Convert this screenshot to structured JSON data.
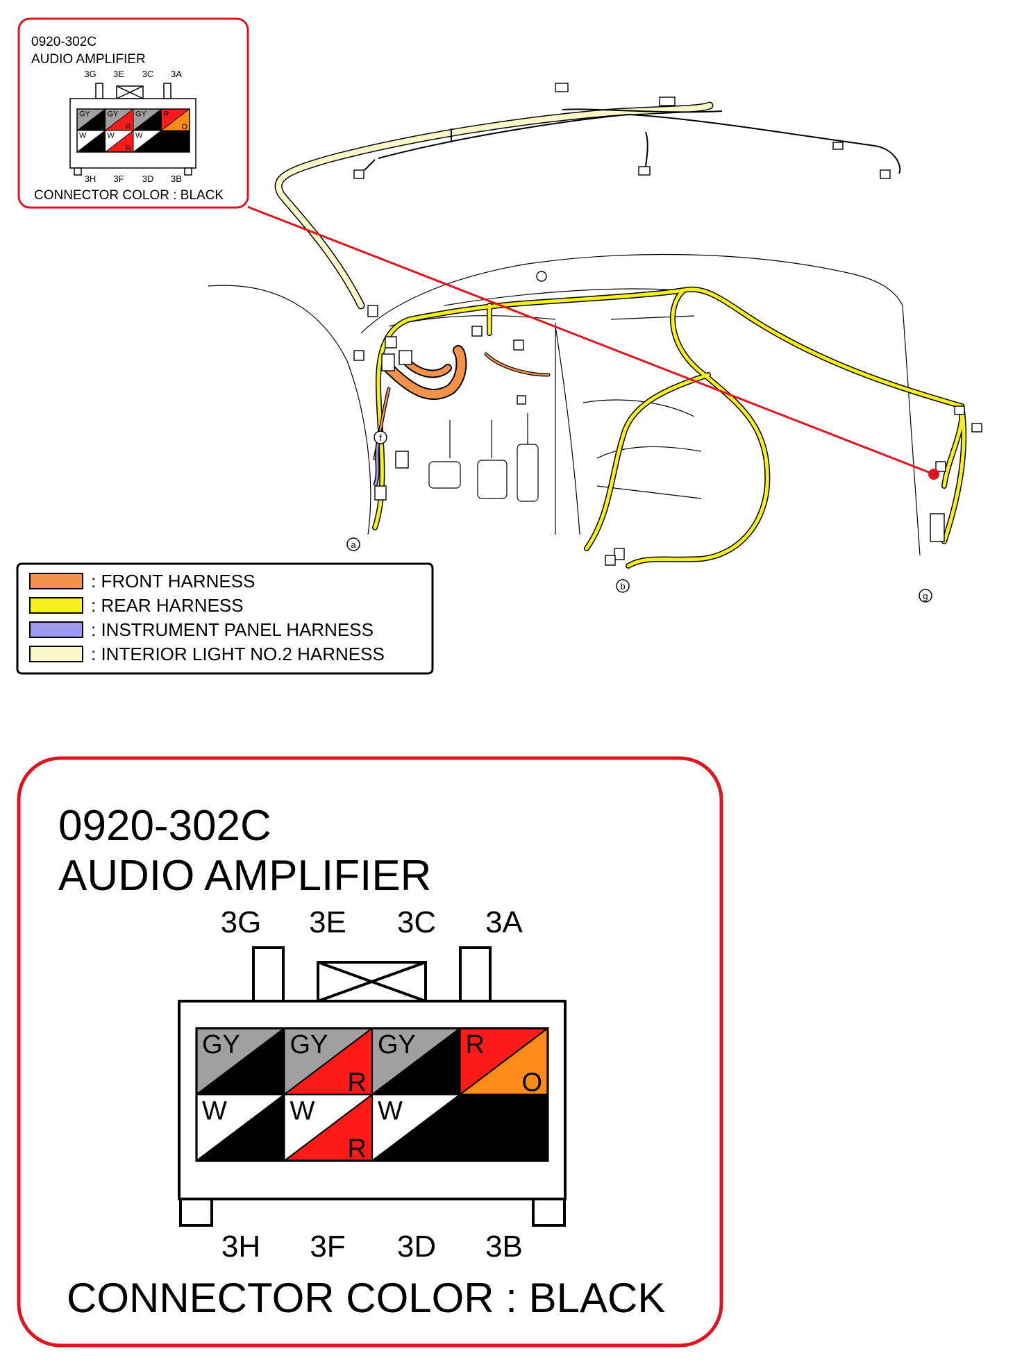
{
  "connector": {
    "code": "0920-302C",
    "name": "AUDIO AMPLIFIER",
    "top_pins": [
      "3G",
      "3E",
      "3C",
      "3A"
    ],
    "bottom_pins": [
      "3H",
      "3F",
      "3D",
      "3B"
    ],
    "color_note": "CONNECTOR COLOR : BLACK",
    "cells": [
      {
        "top": "GY",
        "bottom": "B",
        "top_color": "#a0a0a0",
        "bottom_color": "#000000",
        "top_text": "#000000",
        "bottom_text": "#ffffff"
      },
      {
        "top": "GY",
        "bottom": "R",
        "top_color": "#a0a0a0",
        "bottom_color": "#ff1a1a",
        "top_text": "#000000",
        "bottom_text": "#000000"
      },
      {
        "top": "GY",
        "bottom": "B",
        "top_color": "#a0a0a0",
        "bottom_color": "#000000",
        "top_text": "#000000",
        "bottom_text": "#ffffff"
      },
      {
        "top": "R",
        "bottom": "O",
        "top_color": "#ff1a1a",
        "bottom_color": "#ff8c1a",
        "top_text": "#000000",
        "bottom_text": "#000000"
      },
      {
        "top": "W",
        "bottom": "B",
        "top_color": "#ffffff",
        "bottom_color": "#000000",
        "top_text": "#000000",
        "bottom_text": "#ffffff"
      },
      {
        "top": "W",
        "bottom": "R",
        "top_color": "#ffffff",
        "bottom_color": "#ff1a1a",
        "top_text": "#000000",
        "bottom_text": "#000000"
      },
      {
        "top": "W",
        "bottom": "B",
        "top_color": "#ffffff",
        "bottom_color": "#000000",
        "top_text": "#000000",
        "bottom_text": "#ffffff"
      },
      {
        "top": "",
        "bottom": "B",
        "top_color": "#000000",
        "bottom_color": "#000000",
        "top_text": "#ffffff",
        "bottom_text": "#ffffff",
        "solid": true
      }
    ]
  },
  "legend": [
    {
      "label": ": FRONT HARNESS",
      "color": "#f5924a"
    },
    {
      "label": ": REAR HARNESS",
      "color": "#f5f01e"
    },
    {
      "label": ": INSTRUMENT PANEL HARNESS",
      "color": "#9a9af0"
    },
    {
      "label": ": INTERIOR LIGHT NO.2 HARNESS",
      "color": "#faf7c8"
    }
  ],
  "markers": [
    "a",
    "b",
    "f",
    "g"
  ],
  "colors": {
    "accent": "#e0141e",
    "rear": "#f5f01e",
    "front": "#f5924a",
    "interior": "#faf7c8",
    "panel": "#9a9af0"
  }
}
